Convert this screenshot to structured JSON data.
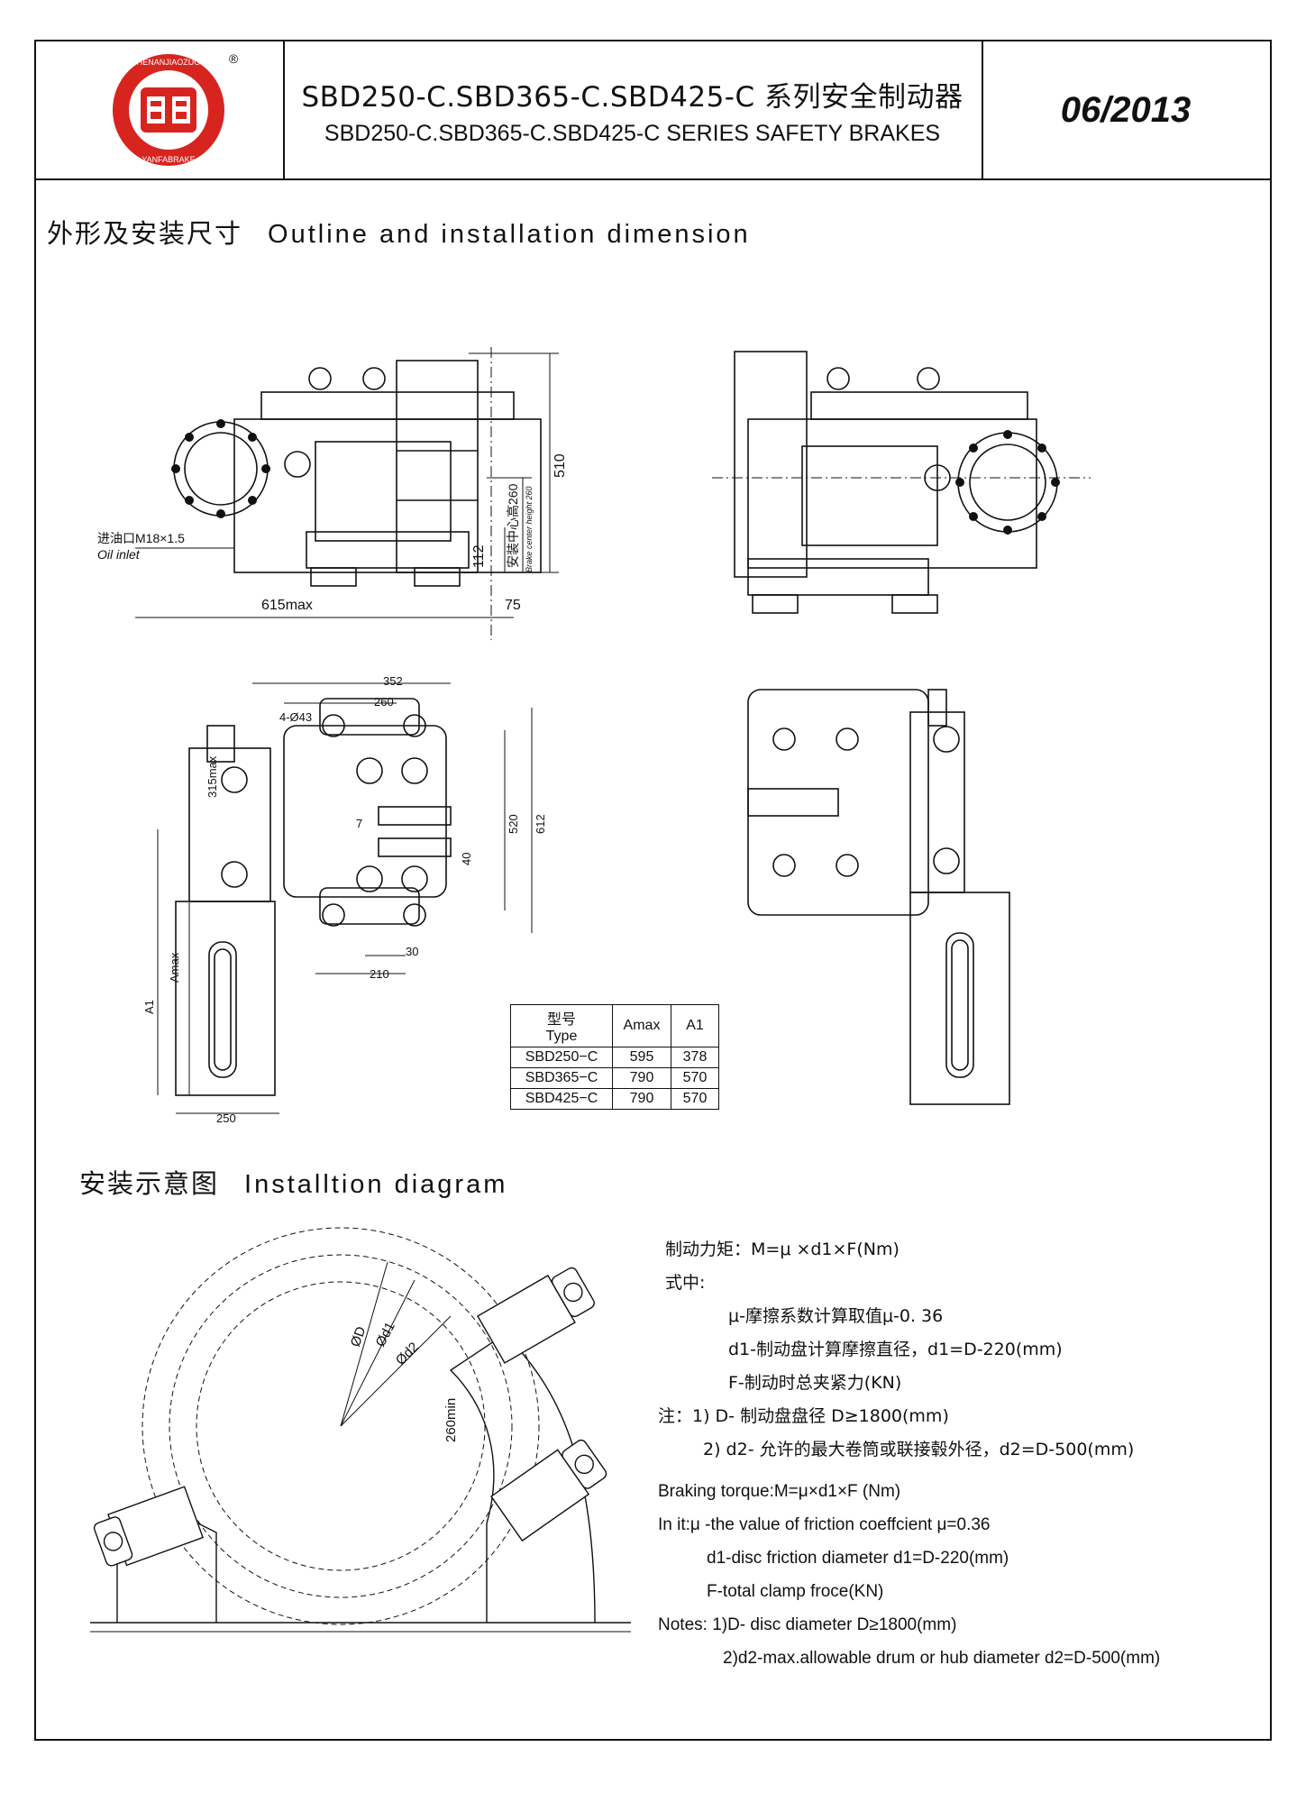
{
  "header": {
    "logo": {
      "top_text": "HENANJIAOZUO",
      "bottom_text": "YANFABRAKE",
      "mark": "®"
    },
    "title_cn": "SBD250-C.SBD365-C.SBD425-C 系列安全制动器",
    "title_en": "SBD250-C.SBD365-C.SBD425-C SERIES SAFETY BRAKES",
    "date": "06/2013"
  },
  "outline": {
    "heading_cn": "外形及安装尺寸",
    "heading_en": "Outline and installation dimension",
    "dims_top": {
      "oil_inlet_cn": "进油口M18×1.5",
      "oil_inlet_en": "Oil inlet",
      "d615": "615max",
      "d75": "75",
      "d112": "112",
      "d510": "510",
      "center_cn": "安装中心高260",
      "center_en": "Brake center height 260"
    },
    "dims_mid": {
      "d352": "352",
      "d260": "260",
      "holes": "4-Ø43",
      "d315": "315max",
      "d7": "7",
      "d40": "40",
      "d520": "520",
      "d612": "612",
      "d30": "30",
      "d210": "210",
      "amax": "Amax",
      "a1": "A1",
      "d250": "250"
    },
    "table": {
      "h_type_cn": "型号",
      "h_type_en": "Type",
      "h_amax": "Amax",
      "h_a1": "A1",
      "rows": [
        {
          "type": "SBD250−C",
          "amax": "595",
          "a1": "378"
        },
        {
          "type": "SBD365−C",
          "amax": "790",
          "a1": "570"
        },
        {
          "type": "SBD425−C",
          "amax": "790",
          "a1": "570"
        }
      ]
    }
  },
  "install": {
    "heading_cn": "安装示意图",
    "heading_en": "Installtion diagram",
    "diagram_labels": {
      "D": "ØD",
      "d1": "Ød1",
      "d2": "Ød2",
      "d260": "260min"
    },
    "formula_cn": [
      "制动力矩：M=μ ×d1×F(Nm)",
      "式中:",
      "μ-摩擦系数计算取值μ-0. 36",
      "d1-制动盘计算摩擦直径，d1=D-220(mm)",
      "F-制动时总夹紧力(KN)",
      "注：1) D- 制动盘盘径 D≥1800(mm)",
      "2) d2- 允许的最大卷筒或联接毂外径，d2=D-500(mm)"
    ],
    "formula_en": [
      "Braking torque:M=μ×d1×F (Nm)",
      "In it:μ -the value of friction coeffcient μ=0.36",
      "d1-disc friction diameter d1=D-220(mm)",
      "F-total clamp froce(KN)",
      "Notes: 1)D- disc diameter D≥1800(mm)",
      "2)d2-max.allowable drum or hub diameter d2=D-500(mm)"
    ]
  }
}
